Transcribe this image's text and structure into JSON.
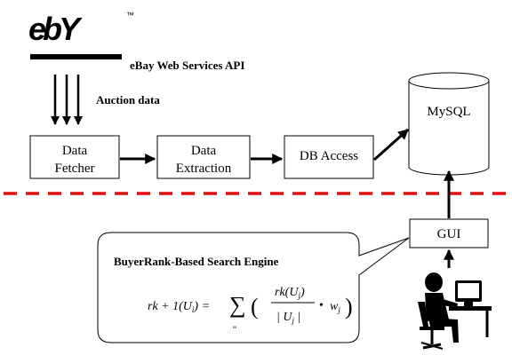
{
  "logo": {
    "text": "ebY",
    "trademark": "™"
  },
  "api_label": "eBay Web Services API",
  "auction_label": "Auction data",
  "boxes": {
    "fetcher": [
      "Data",
      "Fetcher"
    ],
    "extraction": [
      "Data",
      "Extraction"
    ],
    "db_access": "DB Access",
    "mysql": "MySQL",
    "gui": "GUI"
  },
  "engine": {
    "title": "BuyerRank-Based Search Engine",
    "formula": {
      "lhs": "rk + 1(U",
      "lhs_sub": "i",
      "lhs_end": ") =",
      "sum": "∑",
      "sum_sub": "ω",
      "open_paren": "(",
      "numerator": "rk(U",
      "num_sub": "j",
      "num_end": ")",
      "denominator": "| U",
      "den_sub": "j",
      "den_end": " |",
      "dot": "•",
      "weight": "w",
      "weight_sub": "j",
      "close_paren": ")"
    }
  },
  "colors": {
    "line": "#000000",
    "dashed_divider": "#e01010",
    "box_fill": "#ffffff"
  },
  "icons": [
    "user-at-computer-icon"
  ]
}
